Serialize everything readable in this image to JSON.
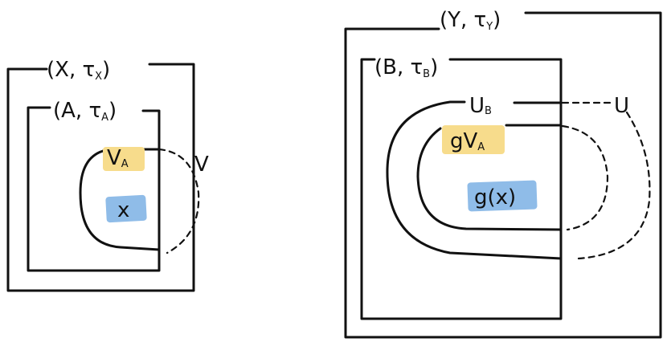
{
  "left": {
    "space_label": "(X, τ",
    "space_sub": "X",
    "space_close": ")",
    "subspace_label": "(A, τ",
    "subspace_sub": "A",
    "subspace_close": ")",
    "open_label": "V",
    "open_sub": "A",
    "ext_label": "V",
    "point_label": "x"
  },
  "right": {
    "space_label": "(Y, τ",
    "space_sub": "Y",
    "space_close": ")",
    "subspace_label": "(B, τ",
    "subspace_sub": "B",
    "subspace_close": ")",
    "ub_label": "U",
    "ub_sub": "B",
    "u_label": "U",
    "gva_label": "gV",
    "gva_sub": "A",
    "gx_label": "g(x)"
  },
  "colors": {
    "highlight_yellow": "#f7dc8c",
    "highlight_blue": "#8fbce8"
  }
}
